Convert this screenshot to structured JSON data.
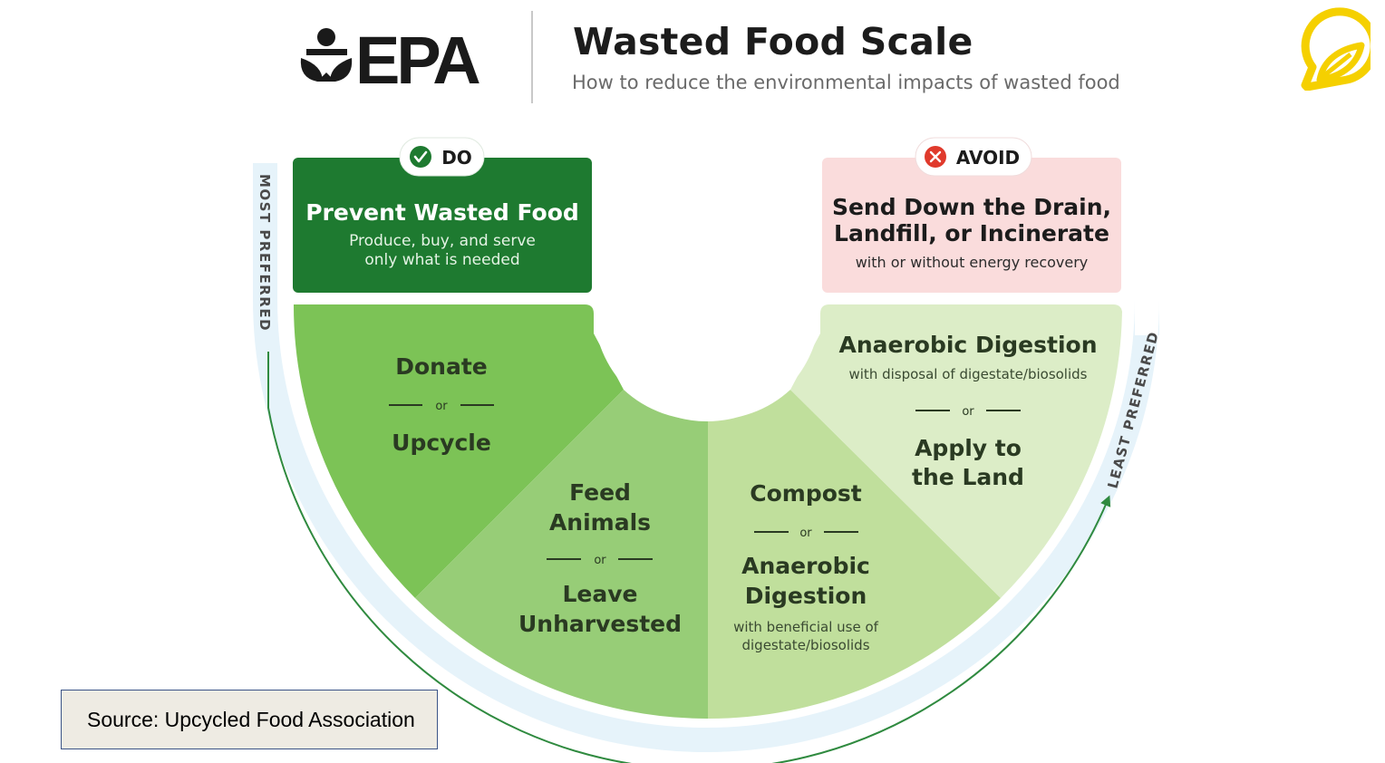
{
  "header": {
    "logo_text": "EPA",
    "title": "Wasted Food Scale",
    "subtitle": "How to reduce the environmental impacts of wasted food"
  },
  "colors": {
    "do_dark": "#1e7a30",
    "tier1": "#7cc356",
    "tier2": "#97cd77",
    "tier3": "#c0df9c",
    "tier4": "#dcedc7",
    "avoid_bg": "#fadcdc",
    "accent_yellow": "#f5d000"
  },
  "badges": {
    "do": "DO",
    "avoid": "AVOID"
  },
  "prevent": {
    "title": "Prevent Wasted Food",
    "line1": "Produce, buy, and serve",
    "line2": "only what is needed"
  },
  "avoid": {
    "line1": "Send Down the Drain,",
    "line2": "Landfill, or Incinerate",
    "note": "with or without energy recovery"
  },
  "tiers": {
    "donate": {
      "top": "Donate",
      "or": "or",
      "bottom": "Upcycle"
    },
    "feed": {
      "line1": "Feed",
      "line2": "Animals",
      "or": "or",
      "line3": "Leave",
      "line4": "Unharvested"
    },
    "compost": {
      "top": "Compost",
      "or": "or",
      "line1": "Anaerobic",
      "line2": "Digestion",
      "note1": "with beneficial use of",
      "note2": "digestate/biosolids"
    },
    "ad": {
      "top": "Anaerobic Digestion",
      "note": "with disposal of digestate/biosolids",
      "or": "or",
      "line1": "Apply to",
      "line2": "the Land"
    }
  },
  "side_labels": {
    "most": "MOST PREFERRED",
    "least": "LEAST PREFERRED"
  },
  "source": "Source: Upcycled Food Association"
}
